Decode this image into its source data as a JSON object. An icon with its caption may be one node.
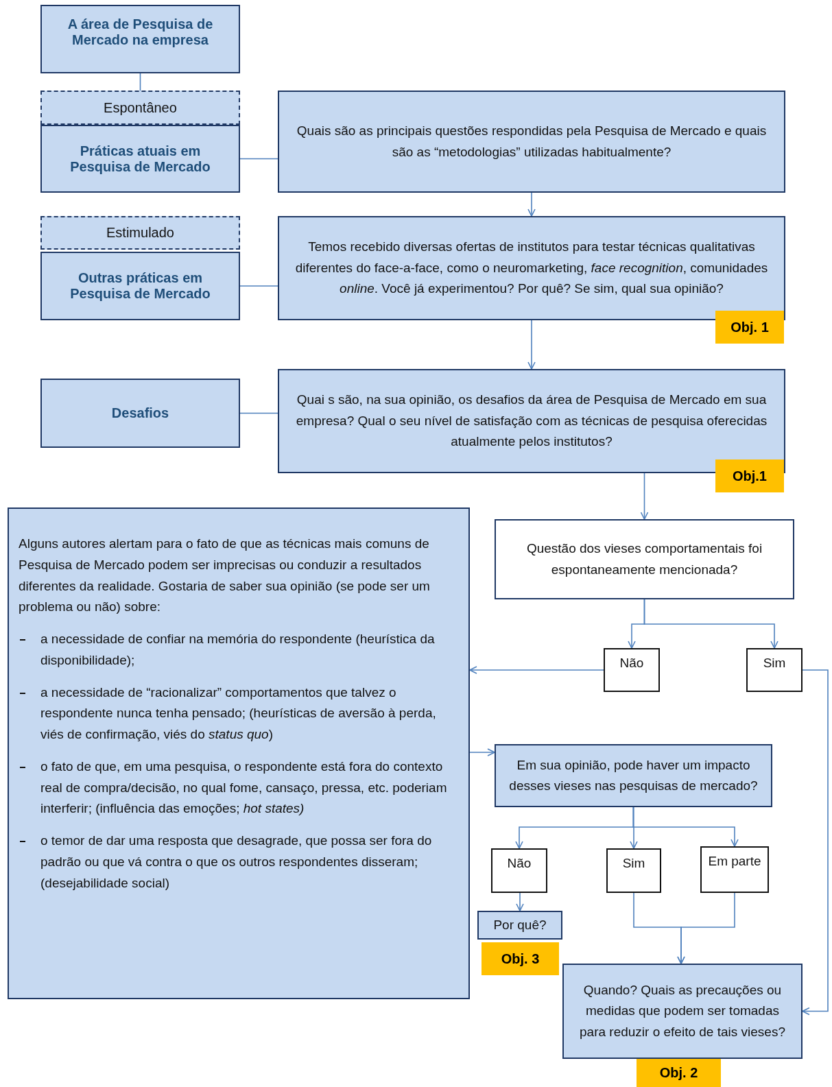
{
  "diagram": {
    "nodes": [
      {
        "text": [
          "A área de Pesquisa de Mercado na empresa"
        ]
      },
      {
        "text": [
          "Espontâneo"
        ]
      },
      {
        "text": [
          "Práticas atuais em Pesquisa de Mercado"
        ]
      },
      {
        "text": [
          "Quais são as principais questões respondidas pela Pesquisa de Mercado e quais são as “metodologias” utilizadas habitualmente?"
        ]
      },
      {
        "text": [
          "Estimulado"
        ]
      },
      {
        "text": [
          "Outras práticas em Pesquisa de Mercado"
        ]
      },
      {
        "text": [
          "Temos recebido diversas ofertas de institutos para testar técnicas qualitativas diferentes do face-a-face, como o neuromarketing, *face recognition*, comunidades *online*. Você já experimentou? Por quê? Se sim, qual sua opinião?"
        ]
      },
      {
        "text": [
          "Obj. 1"
        ]
      },
      {
        "text": [
          "Desafios"
        ]
      },
      {
        "text": [
          "Quai s são, na sua opinião, os desafios da área de Pesquisa de Mercado em sua empresa? Qual o seu nível de satisfação com as técnicas de pesquisa oferecidas atualmente pelos institutos?"
        ]
      },
      {
        "text": [
          "Obj.1"
        ]
      },
      {
        "text": [
          "Alguns autores alertam para o fato de que as técnicas mais comuns de Pesquisa de Mercado podem ser imprecisas ou conduzir a resultados diferentes da realidade. Gostaria de saber sua opinião (se pode ser um problema ou não) sobre:",
          "a necessidade de confiar na memória do respondente (heurística da disponibilidade);",
          "a necessidade de “racionalizar” comportamentos que talvez o respondente nunca tenha pensado; (heurísticas de aversão à perda, viés de confirmação, viés do *status quo*)",
          "o fato de que, em uma pesquisa, o respondente está fora do contexto real de compra/decisão, no qual fome, cansaço, pressa, etc. poderiam interferir; (influência das emoções; *hot states)*",
          "o temor de dar uma resposta que desagrade, que possa ser fora do padrão ou que vá contra o que os outros respondentes disseram; (desejabilidade social)"
        ]
      },
      {
        "text": [
          "Questão dos vieses comportamentais foi espontaneamente mencionada?"
        ]
      },
      {
        "text": [
          "Não"
        ]
      },
      {
        "text": [
          "Sim"
        ]
      },
      {
        "text": [
          "Em sua opinião, pode haver um impacto desses vieses nas pesquisas de mercado?"
        ]
      },
      {
        "text": [
          "Não"
        ]
      },
      {
        "text": [
          "Sim"
        ]
      },
      {
        "text": [
          "Em parte"
        ]
      },
      {
        "text": [
          "Por quê?"
        ]
      },
      {
        "text": [
          "Obj. 3"
        ]
      },
      {
        "text": [
          "Quando? Quais as precauções ou medidas que podem ser tomadas para reduzir o efeito de tais vieses?"
        ]
      },
      {
        "text": [
          "Obj. 2"
        ]
      }
    ],
    "edges": [
      {
        "from": 0,
        "to": 1,
        "arrow": "none"
      },
      {
        "from": 2,
        "to": 3,
        "arrow": "none"
      },
      {
        "from": 3,
        "to": 6,
        "arrow": "to"
      },
      {
        "from": 5,
        "to": 6,
        "arrow": "none"
      },
      {
        "from": 6,
        "to": 9,
        "arrow": "to"
      },
      {
        "from": 8,
        "to": 9,
        "arrow": "none"
      },
      {
        "from": 9,
        "to": 12,
        "arrow": "to"
      },
      {
        "from": 12,
        "to": 13,
        "arrow": "to"
      },
      {
        "from": 12,
        "to": 14,
        "arrow": "to"
      },
      {
        "from": 13,
        "to": 11,
        "arrow": "to"
      },
      {
        "from": 14,
        "to": 21,
        "arrow": "to"
      },
      {
        "from": 11,
        "to": 15,
        "arrow": "to"
      },
      {
        "from": 15,
        "to": 16,
        "arrow": "to"
      },
      {
        "from": 15,
        "to": 17,
        "arrow": "to"
      },
      {
        "from": 15,
        "to": 18,
        "arrow": "to"
      },
      {
        "from": 16,
        "to": 19,
        "arrow": "to"
      },
      {
        "from": 17,
        "to": 21,
        "arrow": "to"
      },
      {
        "from": 18,
        "to": 21,
        "arrow": "to"
      }
    ]
  }
}
